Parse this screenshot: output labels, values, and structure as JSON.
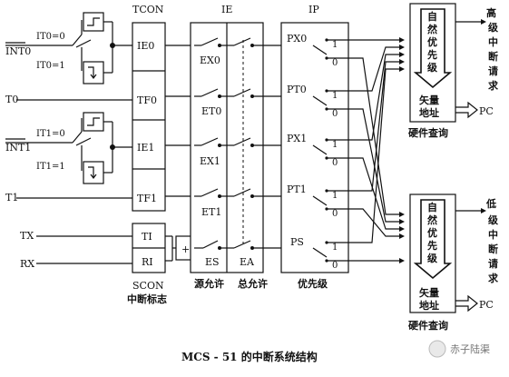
{
  "caption": "MCS - 51 的中断系统结构",
  "headers": {
    "tcon": "TCON",
    "ie": "IE",
    "ip": "IP"
  },
  "inputs": {
    "int0_label": "INT0",
    "it0_0": "IT0=0",
    "it0_1": "IT0=1",
    "t0": "T0",
    "int1_label": "INT1",
    "it1_0": "IT1=0",
    "it1_1": "IT1=1",
    "t1": "T1",
    "tx": "TX",
    "rx": "RX"
  },
  "tcon_cells": [
    "IE0",
    "TF0",
    "IE1",
    "TF1"
  ],
  "scon_cells": [
    "TI",
    "RI"
  ],
  "or_symbol": "+",
  "ie_switches": [
    "EX0",
    "ET0",
    "EX1",
    "ET1",
    "ES"
  ],
  "ea_label": "EA",
  "ip_switches": [
    "PX0",
    "PT0",
    "PX1",
    "PT1",
    "PS"
  ],
  "ip_one": "1",
  "ip_zero": "0",
  "bottom_labels": {
    "scon": "SCON",
    "scon_sub": "中断标志",
    "src_enable": "源允许",
    "total_enable": "总允许",
    "priority": "优先级"
  },
  "priority_block": {
    "natural_priority": [
      "自",
      "然",
      "优",
      "先",
      "级"
    ],
    "vector_line1": "矢量",
    "vector_line2": "地址",
    "hw_query": "硬件查询",
    "pc": "PC"
  },
  "outputs": {
    "high": [
      "高",
      "级",
      "中",
      "断",
      "请",
      "求"
    ],
    "low": [
      "低",
      "级",
      "中",
      "断",
      "请",
      "求"
    ]
  },
  "watermark": "赤子陆渠"
}
